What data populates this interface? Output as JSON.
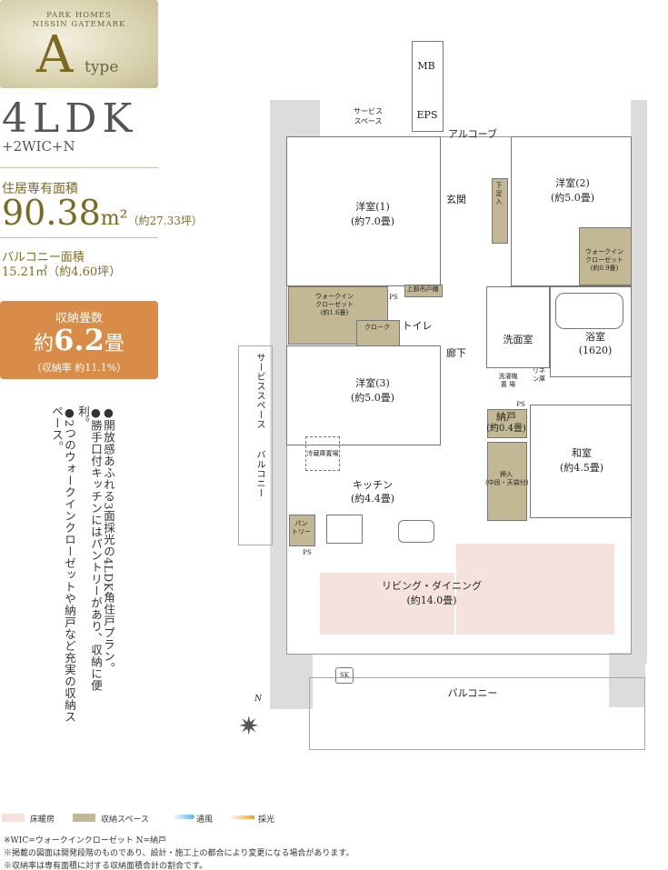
{
  "header": {
    "brand": "PARK HOMES NISSIN GATEMARK",
    "type_letter": "A",
    "type_word": "type",
    "layout": "4LDK",
    "layout_sub": "+2WIC+N"
  },
  "specs": {
    "private_area_label": "住居専有面積",
    "private_area_value": "90.38",
    "private_area_unit": "m²",
    "private_area_tsubo": "（約27.33坪）",
    "balcony_label": "バルコニー面積",
    "balcony_value": "15.21㎡（約4.60坪）"
  },
  "storage": {
    "label": "収納畳数",
    "prefix": "約",
    "value": "6.2",
    "unit": "畳",
    "ratio": "（収納率 約11.1%）",
    "color": "#d98c48"
  },
  "features": [
    "●開放感あふれる3面採光の4LDK角住戸プラン。",
    "●勝手口付キッチンにはパントリーがあり、収納に便利。",
    "●2つのウォークインクローゼットや納戸など充実の収納スペース。"
  ],
  "plan": {
    "mb": "MB",
    "eps": "EPS",
    "service1": "サービス\nスペース",
    "alcove": "アルコーブ",
    "room1": "洋室(1)",
    "room1_size": "(約7.0畳)",
    "entrance": "玄関",
    "shoe": "下足入",
    "room2": "洋室(2)",
    "room2_size": "(約5.0畳)",
    "wic2": "ウォークイン\nクローゼット\n(約0.9畳)",
    "wic1": "ウォークイン\nクローゼット\n(約1.6畳)",
    "ps1": "PS",
    "upper_cabinet": "上部吊戸棚",
    "toilet": "トイレ",
    "cloak": "クローク",
    "hall": "廊下",
    "washroom": "洗面室",
    "bath": "浴室",
    "bath_size": "(1620)",
    "washer": "洗濯機\n置 場",
    "linen": "リネン庫",
    "service2": "サービススペース",
    "room3": "洋室(3)",
    "room3_size": "(約5.0畳)",
    "storeroom": "納戸",
    "storeroom_size": "(約0.4畳)",
    "ps2": "PS",
    "fridge": "冷蔵庫置場",
    "balcony_side": "バルコニー",
    "kitchen": "キッチン",
    "kitchen_size": "(約4.4畳)",
    "oshiire": "押入\n(中段・天袋付)",
    "washitsu": "和室",
    "washitsu_size": "(約4.5畳)",
    "pantry": "パン\nトリー",
    "ps3": "PS",
    "living": "リビング・ダイニング",
    "living_size": "(約14.0畳)",
    "sk": "SK",
    "balcony": "バルコニー",
    "north": "N"
  },
  "legend": {
    "floor_heating": "床暖房",
    "storage_space": "収納スペース",
    "ventilation": "通風",
    "daylight": "採光",
    "heat_color": "#f5e2dc",
    "storage_color": "#c2b994"
  },
  "notes": [
    "※WIC=ウォークインクローゼット N=納戸",
    "※掲載の図面は開発段階のものであり、設計・施工上の都合により変更になる場合があります。",
    "※収納率は専有面積に対する収納面積合計の割合です。"
  ]
}
